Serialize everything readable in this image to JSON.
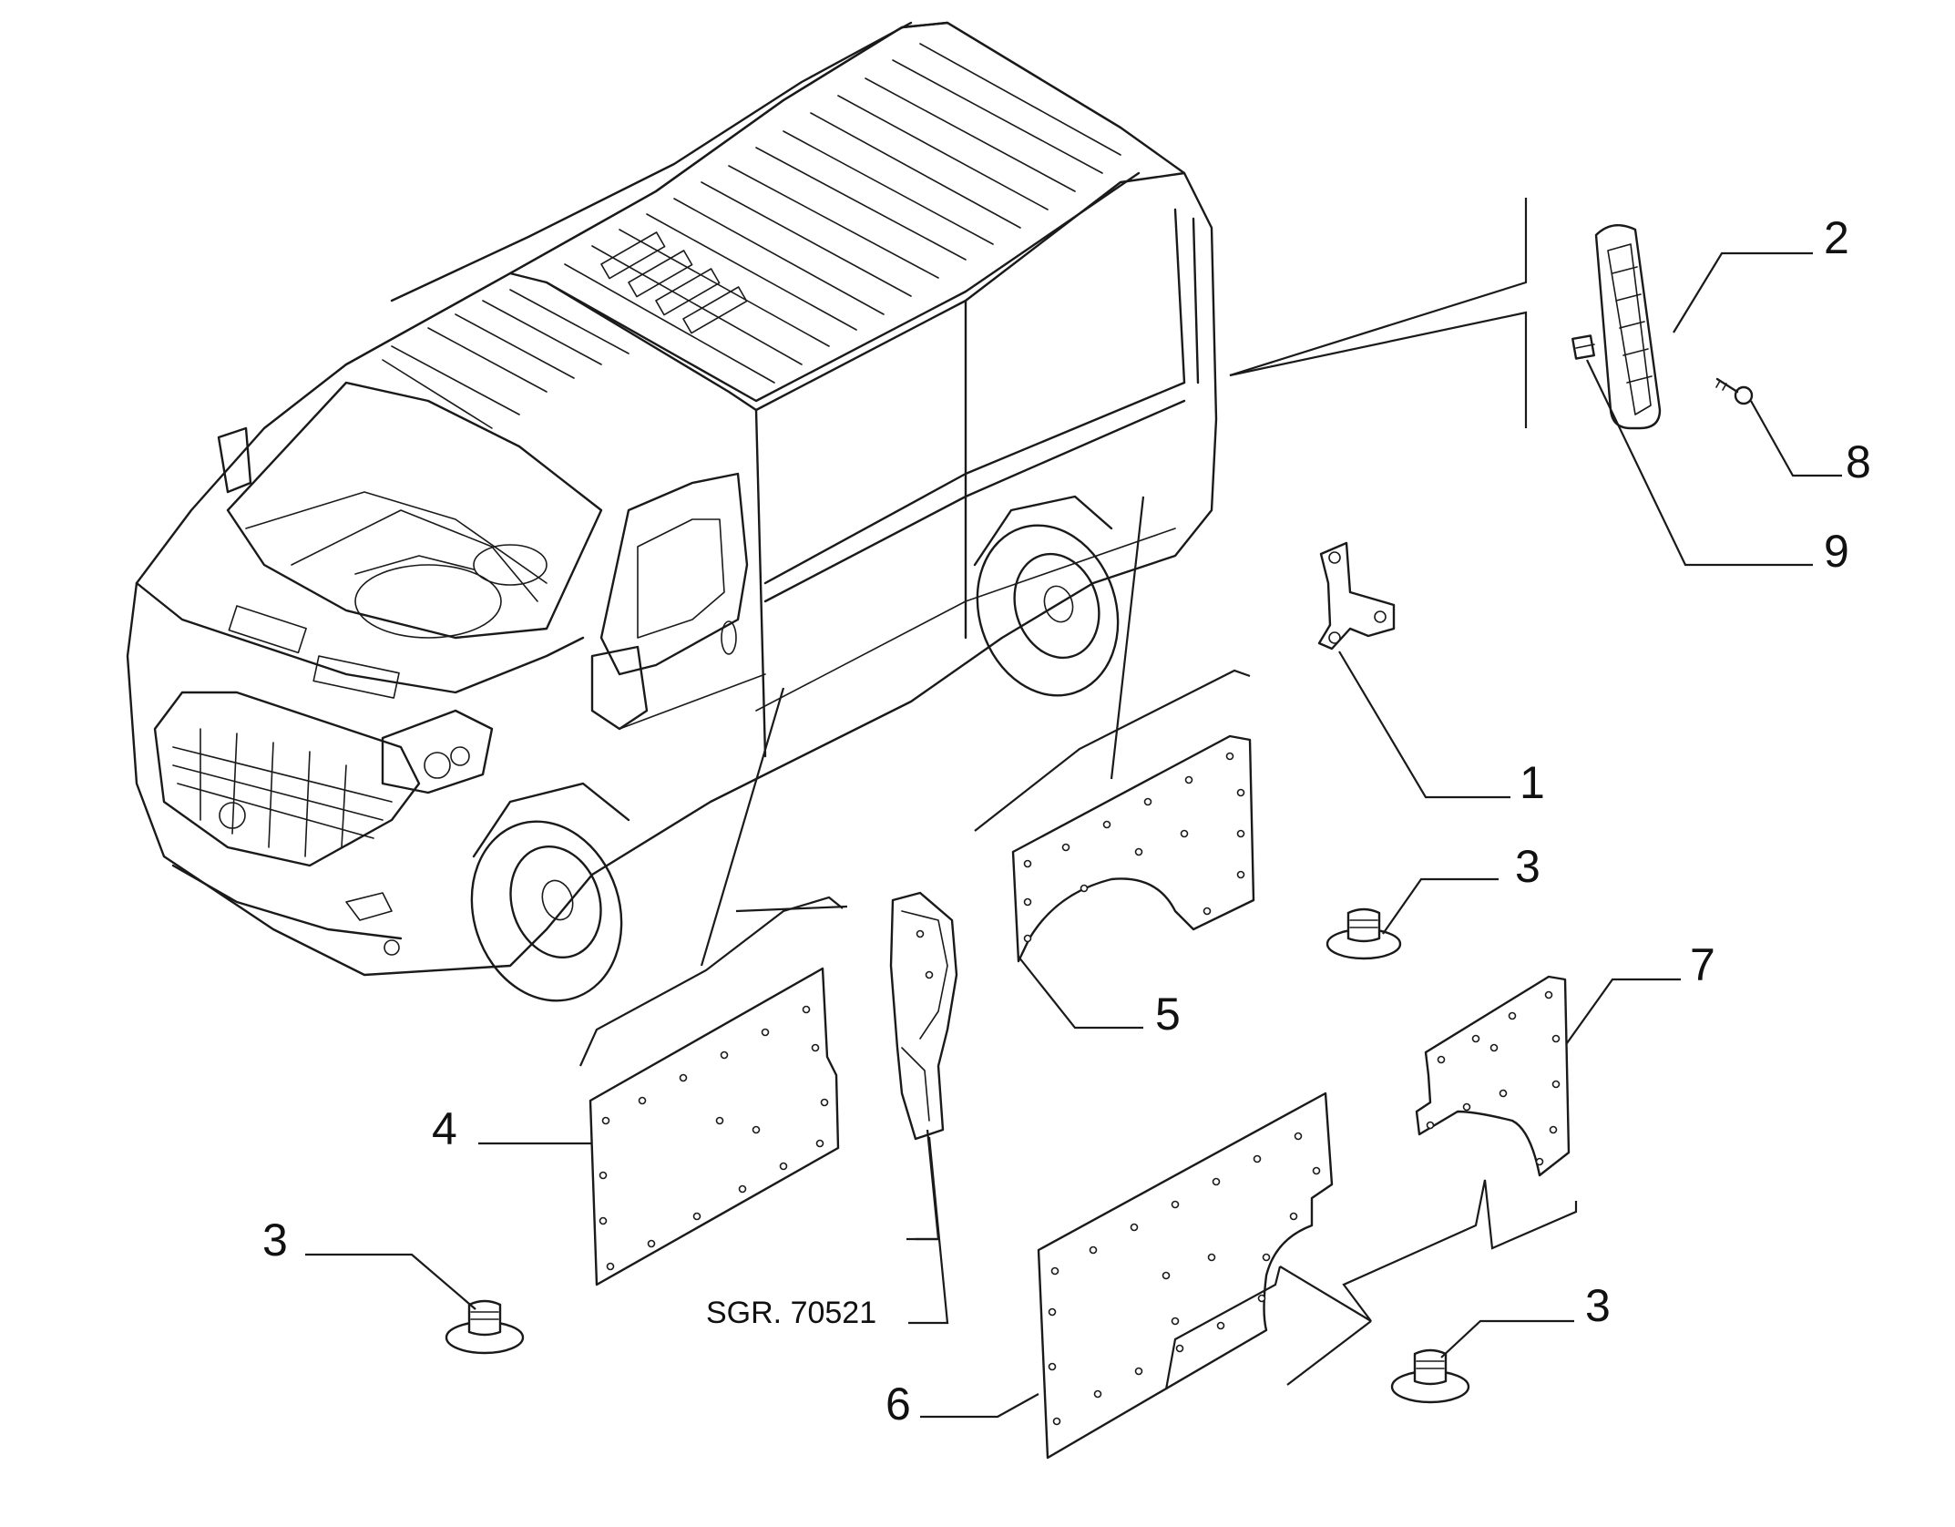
{
  "callouts": {
    "c1": "1",
    "c2": "2",
    "c3a": "3",
    "c3b": "3",
    "c3c": "3",
    "c4": "4",
    "c5": "5",
    "c6": "6",
    "c7": "7",
    "c8": "8",
    "c9": "9"
  },
  "reference": "SGR. 70521",
  "icons": {
    "van": "van-illustration-icon",
    "panel": "insulation-panel-icon",
    "clip": "push-clip-icon",
    "bracket": "bracket-icon",
    "handle": "handle-icon",
    "screw": "screw-icon"
  }
}
